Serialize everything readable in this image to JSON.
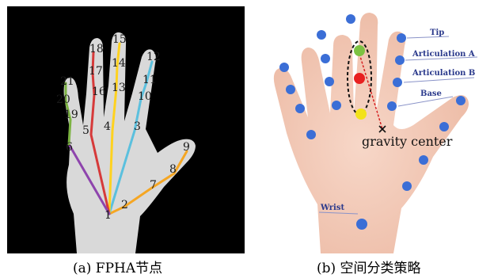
{
  "panel_a": {
    "caption": "(a) FPHA节点",
    "joint_labels": [
      "1",
      "2",
      "3",
      "4",
      "5",
      "6",
      "7",
      "8",
      "9",
      "10",
      "11",
      "12",
      "13",
      "14",
      "15",
      "16",
      "17",
      "18",
      "19",
      "20",
      "21"
    ],
    "colors": {
      "thumb": "#f5a623",
      "index": "#5bc0de",
      "middle": "#ffd21f",
      "ring": "#d63a3a",
      "pinky": "#8e44ad",
      "pinky_tip": "#7cb342"
    }
  },
  "panel_b": {
    "caption": "(b) 空间分类策略",
    "legend": {
      "tip": "Tip",
      "articulation_a": "Articulation A",
      "articulation_b": "Articulation B",
      "base": "Base",
      "wrist": "Wrist"
    },
    "gravity_label": "gravity center",
    "colors": {
      "node": "#3b6ed6",
      "highlight_a": "#7cc242",
      "highlight_b": "#e82020",
      "highlight_base": "#f2e21a",
      "label": "#2b3a8c"
    }
  }
}
